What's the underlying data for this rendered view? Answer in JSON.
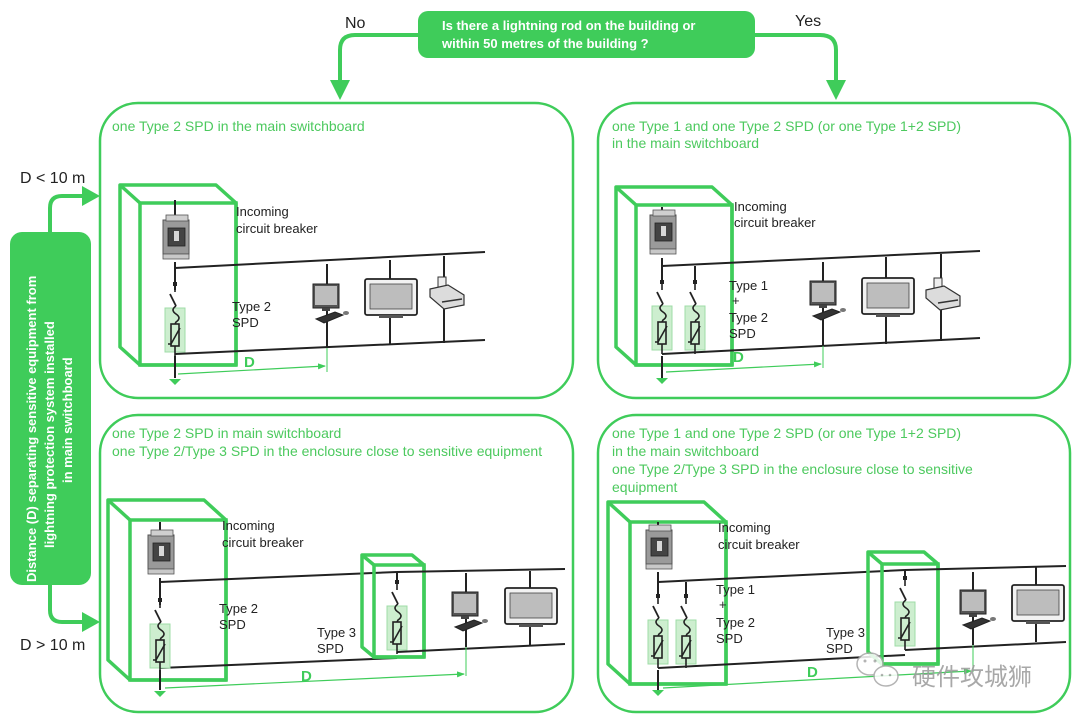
{
  "colors": {
    "accent": "#3fcc5a",
    "accent_text": "#4cc95e",
    "spd_fill": "#cdeecf",
    "wire": "#222222",
    "device_gray": "#bdbdbd"
  },
  "question": {
    "line1": "Is there a lightning rod on the building or",
    "line2": "within 50 metres of the building ?",
    "no_label": "No",
    "yes_label": "Yes"
  },
  "distance_box": {
    "line1": "Distance (D) separating sensitive equipment from",
    "line2": "lightning protection system installed",
    "line3": "in main switchboard",
    "less_label": "D < 10 m",
    "greater_label": "D > 10 m"
  },
  "panels": {
    "no_near": {
      "heading": [
        "one Type 2 SPD in the main switchboard"
      ],
      "breaker_label": [
        "Incoming",
        "circuit breaker"
      ],
      "spd_label": [
        "Type 2",
        "SPD"
      ],
      "distance_label": "D",
      "devices": [
        "computer",
        "monitor",
        "printer"
      ]
    },
    "yes_near": {
      "heading": [
        "one Type 1 and one Type 2 SPD  (or one Type 1+2 SPD)",
        "in the main switchboard"
      ],
      "breaker_label": [
        "Incoming",
        "circuit breaker"
      ],
      "spd_label": [
        "Type 1",
        "+",
        "Type 2",
        "SPD"
      ],
      "distance_label": "D",
      "devices": [
        "computer",
        "monitor",
        "printer"
      ]
    },
    "no_far": {
      "heading": [
        "one Type 2 SPD in main switchboard",
        "one Type 2/Type 3 SPD in the enclosure close to sensitive equipment"
      ],
      "breaker_label": [
        "Incoming",
        "circuit breaker"
      ],
      "spd_label": [
        "Type 2",
        "SPD"
      ],
      "spd3_label": [
        "Type 3",
        "SPD"
      ],
      "distance_label": "D",
      "devices": [
        "computer",
        "monitor"
      ]
    },
    "yes_far": {
      "heading": [
        "one Type 1 and one Type 2 SPD  (or one Type 1+2 SPD)",
        "in the main switchboard",
        "one Type 2/Type 3 SPD in the enclosure close to sensitive",
        "equipment"
      ],
      "breaker_label": [
        "Incoming",
        "circuit breaker"
      ],
      "spd_label": [
        "Type 1",
        "+",
        "Type 2",
        "SPD"
      ],
      "spd3_label": [
        "Type 3",
        "SPD"
      ],
      "distance_label": "D",
      "devices": [
        "computer",
        "monitor"
      ]
    }
  },
  "watermark": {
    "text": "硬件攻城狮",
    "icon": "wechat-icon"
  }
}
